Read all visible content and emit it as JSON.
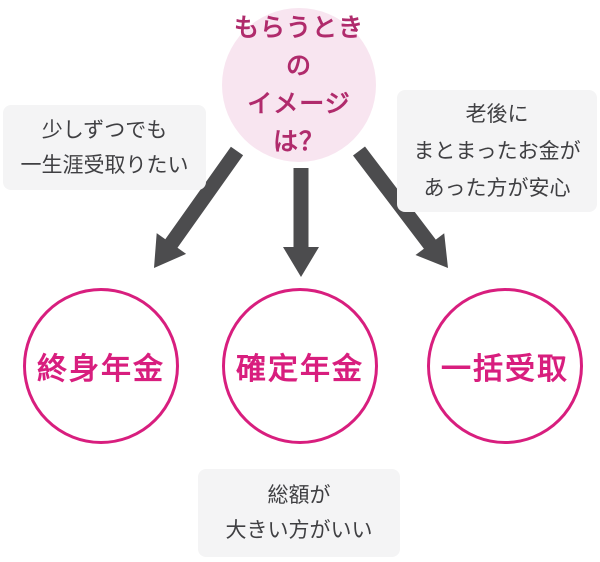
{
  "colors": {
    "background": "#FFFFFF",
    "accent_pink": "#D81E7E",
    "top_circle_fill": "#F8E5F0",
    "top_circle_text": "#B02B6C",
    "arrow_gray": "#4C4C4E",
    "note_box_fill": "#F4F4F5",
    "note_text": "#3F3F42"
  },
  "diagram": {
    "question": {
      "lines": [
        "もらうときの",
        "イメージは？"
      ]
    },
    "notes": {
      "left": {
        "lines": [
          "少しずつでも",
          "一生涯受取りたい"
        ]
      },
      "right": {
        "lines": [
          "老後に",
          "まとまったお金が",
          "あった方が安心"
        ]
      },
      "bottom": {
        "lines": [
          "総額が",
          "大きい方がいい"
        ]
      }
    },
    "options": [
      {
        "label": "終身年金"
      },
      {
        "label": "確定年金"
      },
      {
        "label": "一括受取"
      }
    ],
    "icons": {
      "left": "arrow-down-left",
      "center": "arrow-down",
      "right": "arrow-down-right"
    }
  }
}
